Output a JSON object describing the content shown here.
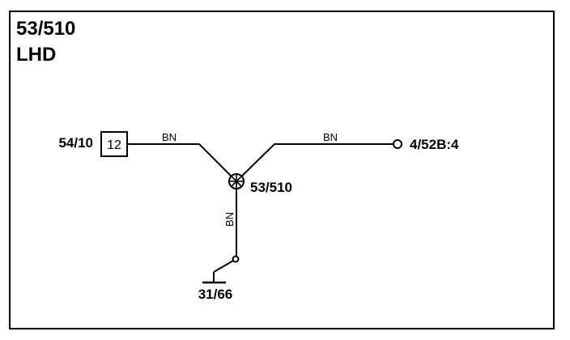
{
  "header": {
    "code": "53/510",
    "variant": "LHD"
  },
  "diagram": {
    "left_connector": {
      "label": "54/10",
      "pin": "12"
    },
    "right_connector": {
      "label": "4/52B:4"
    },
    "splice": {
      "label": "53/510"
    },
    "ground": {
      "label": "31/66"
    },
    "wires": {
      "left": {
        "color_code": "BN"
      },
      "right": {
        "color_code": "BN"
      },
      "down": {
        "color_code": "BN"
      }
    }
  }
}
